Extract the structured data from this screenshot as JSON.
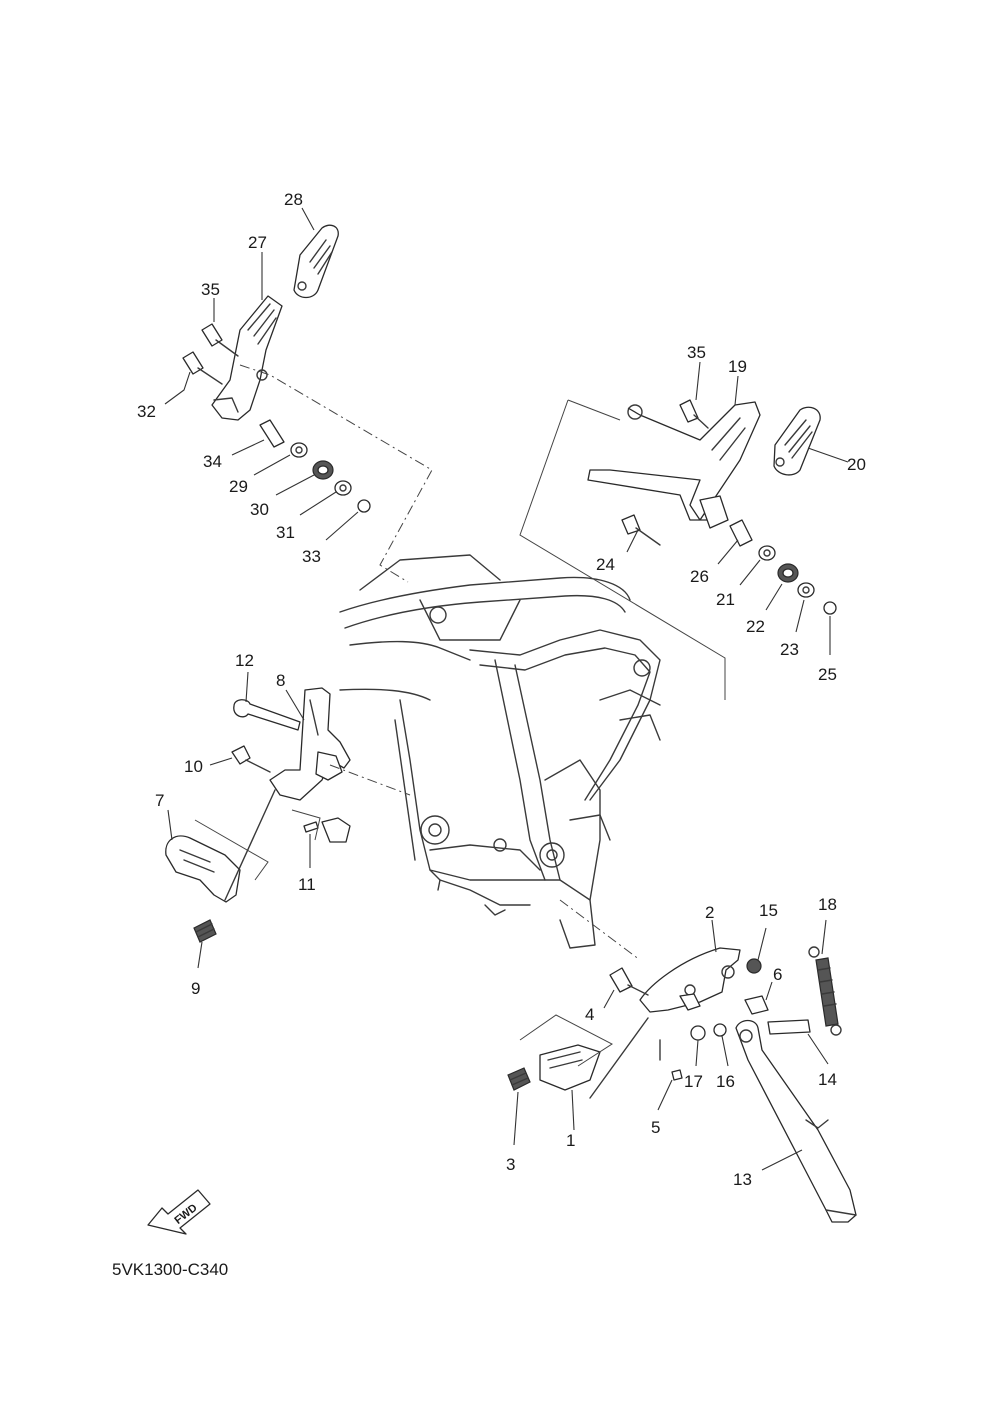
{
  "diagram": {
    "code": "5VK1300-C340",
    "fwd_label": "FWD",
    "callouts": [
      "1",
      "2",
      "3",
      "4",
      "5",
      "6",
      "7",
      "8",
      "9",
      "10",
      "11",
      "12",
      "13",
      "14",
      "15",
      "16",
      "17",
      "18",
      "19",
      "20",
      "21",
      "22",
      "23",
      "24",
      "25",
      "26",
      "27",
      "28",
      "29",
      "30",
      "31",
      "32",
      "33",
      "34",
      "35",
      "35"
    ]
  }
}
